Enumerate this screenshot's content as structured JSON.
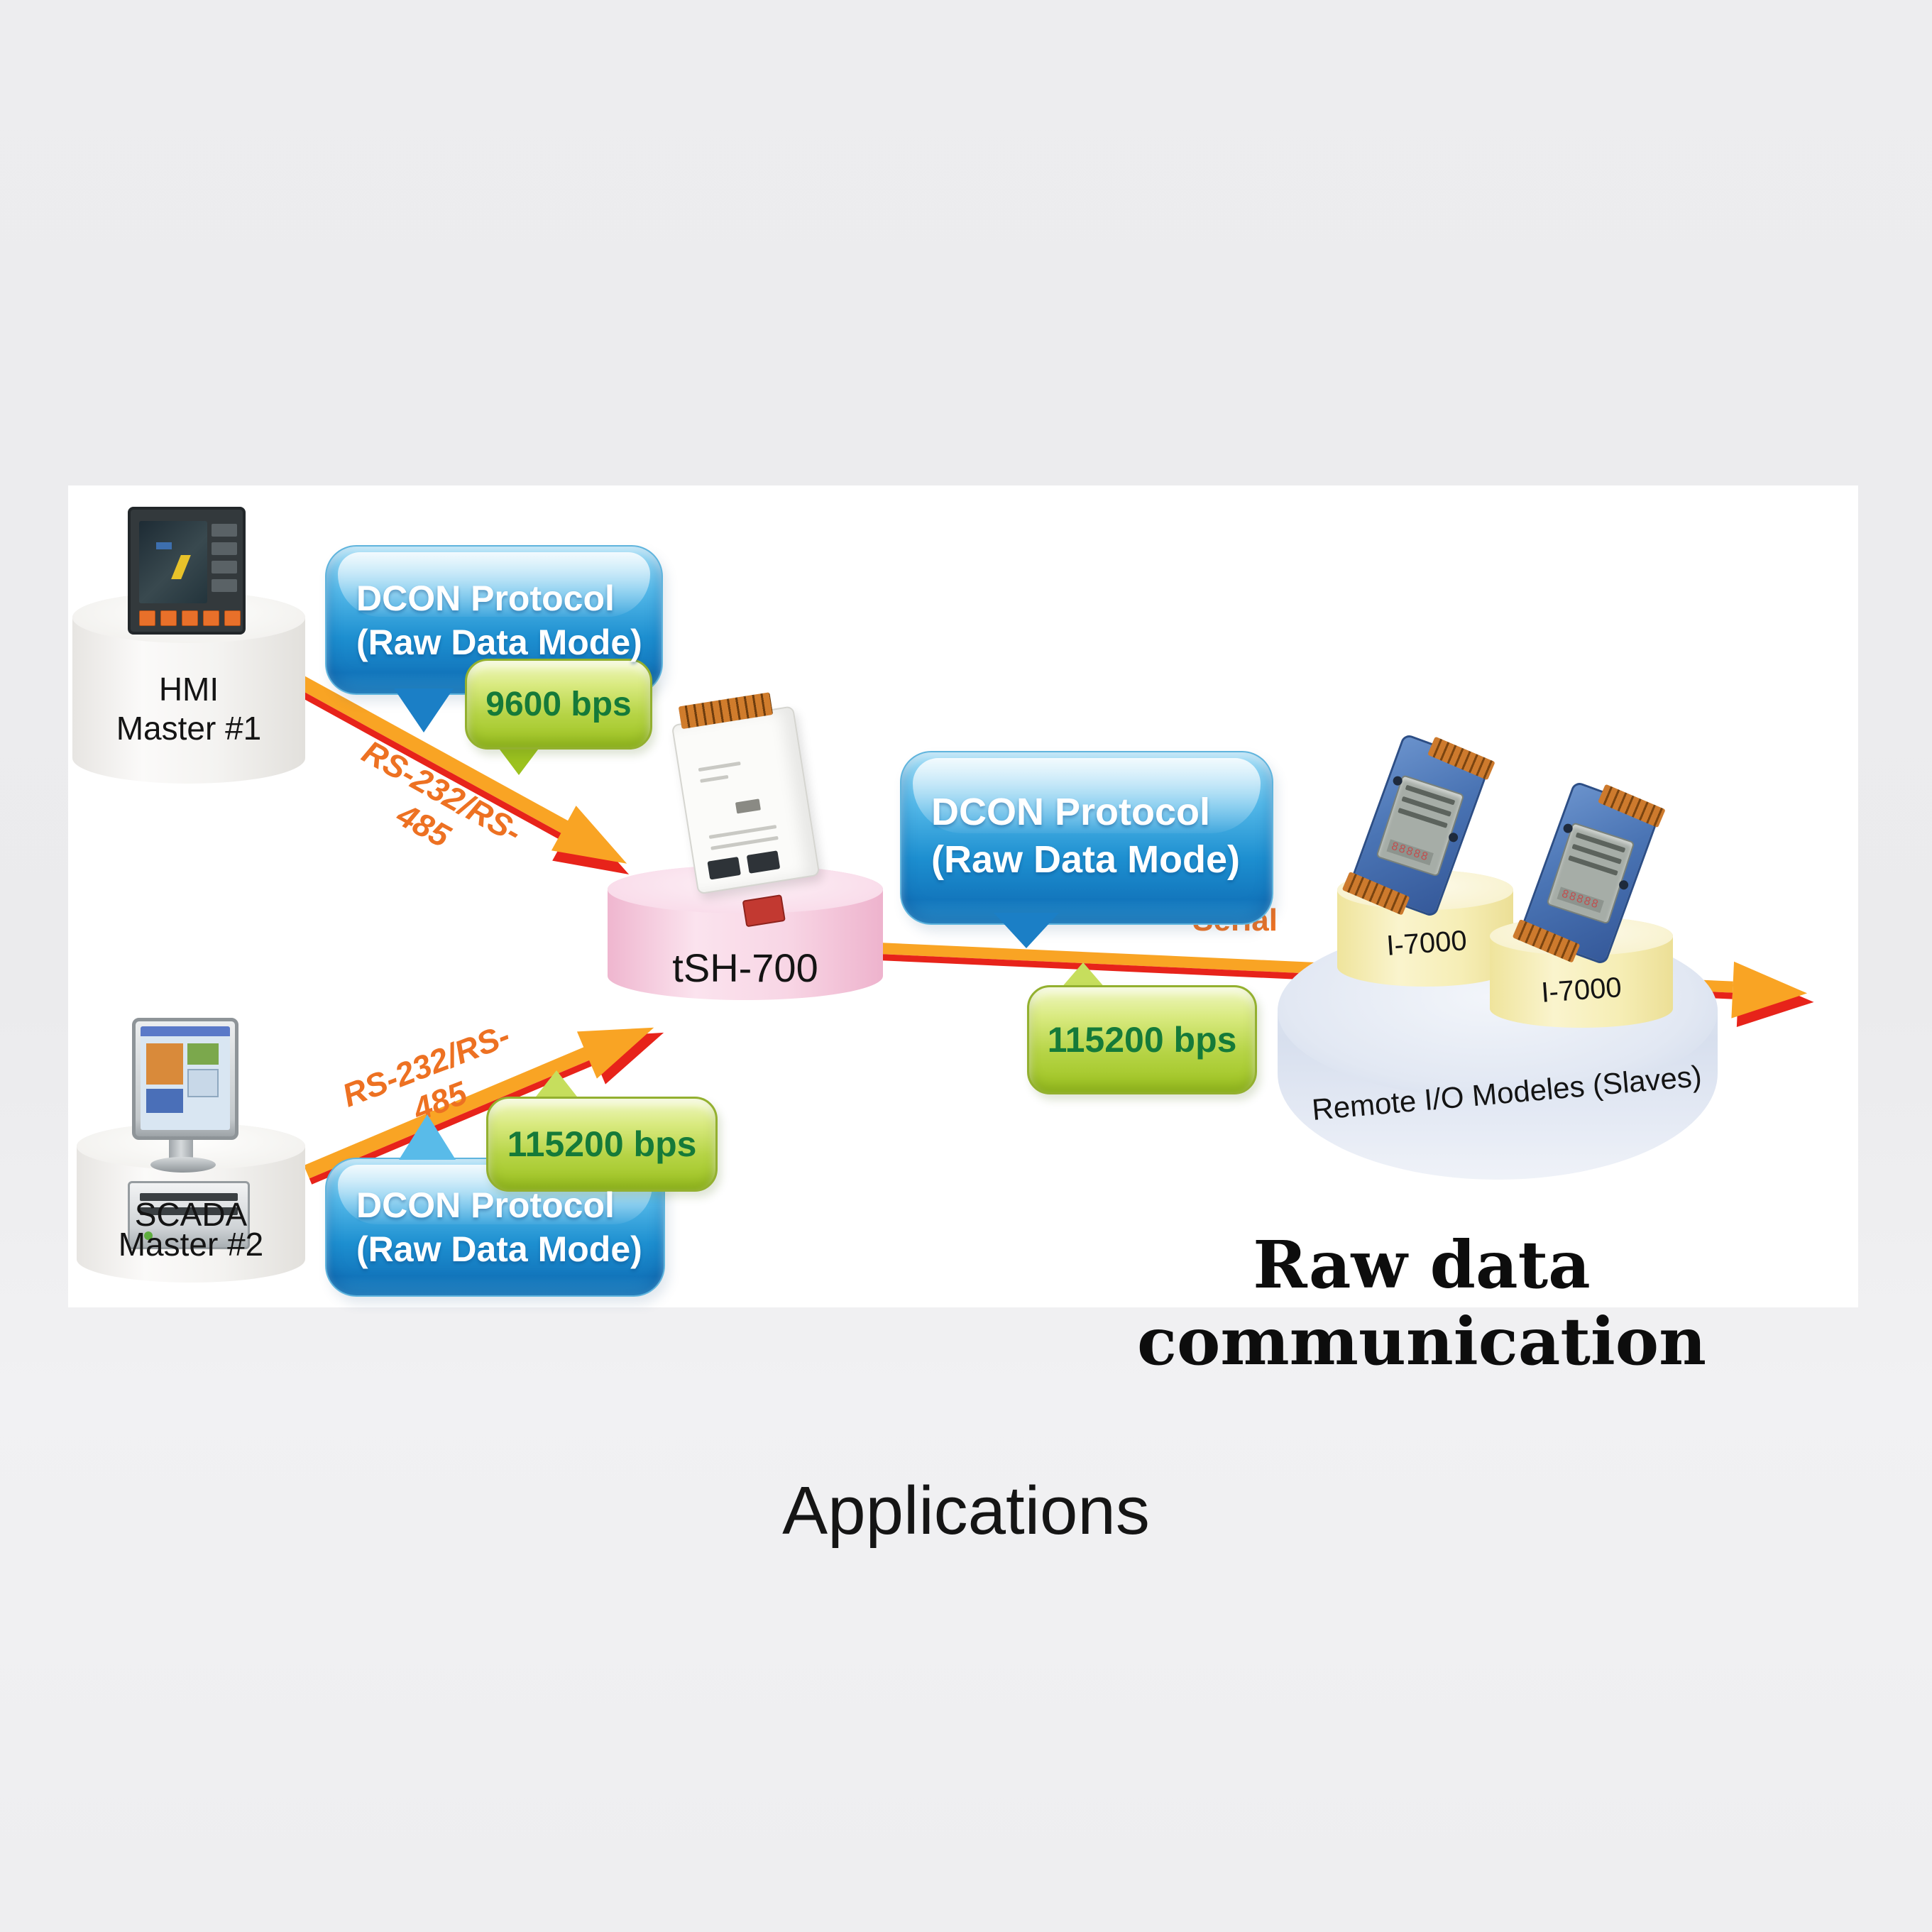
{
  "caption": "Applications",
  "diagram": {
    "title": "Raw data communication",
    "nodes": {
      "hmi": {
        "line1": "HMI",
        "line2": "Master #1"
      },
      "scada": {
        "line1": "SCADA",
        "line2": "Master #2"
      },
      "gateway": {
        "label": "tSH-700"
      },
      "io_module_1": {
        "label": "I-7000"
      },
      "io_module_2": {
        "label": "I-7000"
      },
      "platter": {
        "label": "Remote I/O Modeles (Slaves)"
      }
    },
    "bubbles": {
      "hmi": {
        "line1": "DCON Protocol",
        "line2": "(Raw Data Mode)"
      },
      "center": {
        "line1": "DCON Protocol",
        "line2": "(Raw Data Mode)"
      },
      "scada": {
        "line1": "DCON Protocol",
        "line2": "(Raw Data Mode)"
      }
    },
    "badges": {
      "hmi_speed": "9600 bps",
      "center_speed": "115200 bps",
      "scada_speed": "115200 bps"
    },
    "links": {
      "hmi": "RS-232/RS-485",
      "scada": "RS-232/RS-485",
      "serial": "Serial"
    },
    "colors": {
      "arrow_orange": "#F9A424",
      "arrow_red": "#E7231A",
      "link_text": "#ED7122",
      "bubble_top": "#A8E0F7",
      "bubble_bottom": "#1377BD",
      "badge_green": "#9CC21F",
      "badge_text": "#157A39",
      "panel": "#FFFFFF",
      "background": "#ECECEE"
    }
  }
}
